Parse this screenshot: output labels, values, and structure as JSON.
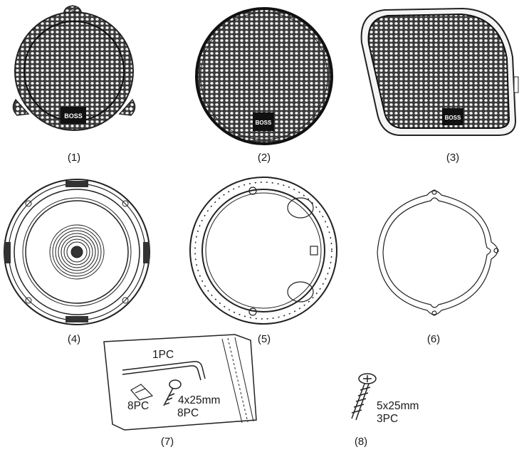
{
  "brand_badge": "BOSS",
  "parts": [
    {
      "label": "(1)"
    },
    {
      "label": "(2)"
    },
    {
      "label": "(3)"
    },
    {
      "label": "(4)"
    },
    {
      "label": "(5)"
    },
    {
      "label": "(6)"
    },
    {
      "label": "(7)"
    },
    {
      "label": "(8)"
    }
  ],
  "hardware_bag": {
    "allen_key_qty": "1PC",
    "clip_qty": "8PC",
    "screw_size": "4x25mm",
    "screw_qty": "8PC"
  },
  "loose_screw": {
    "size": "5x25mm",
    "qty": "3PC"
  }
}
